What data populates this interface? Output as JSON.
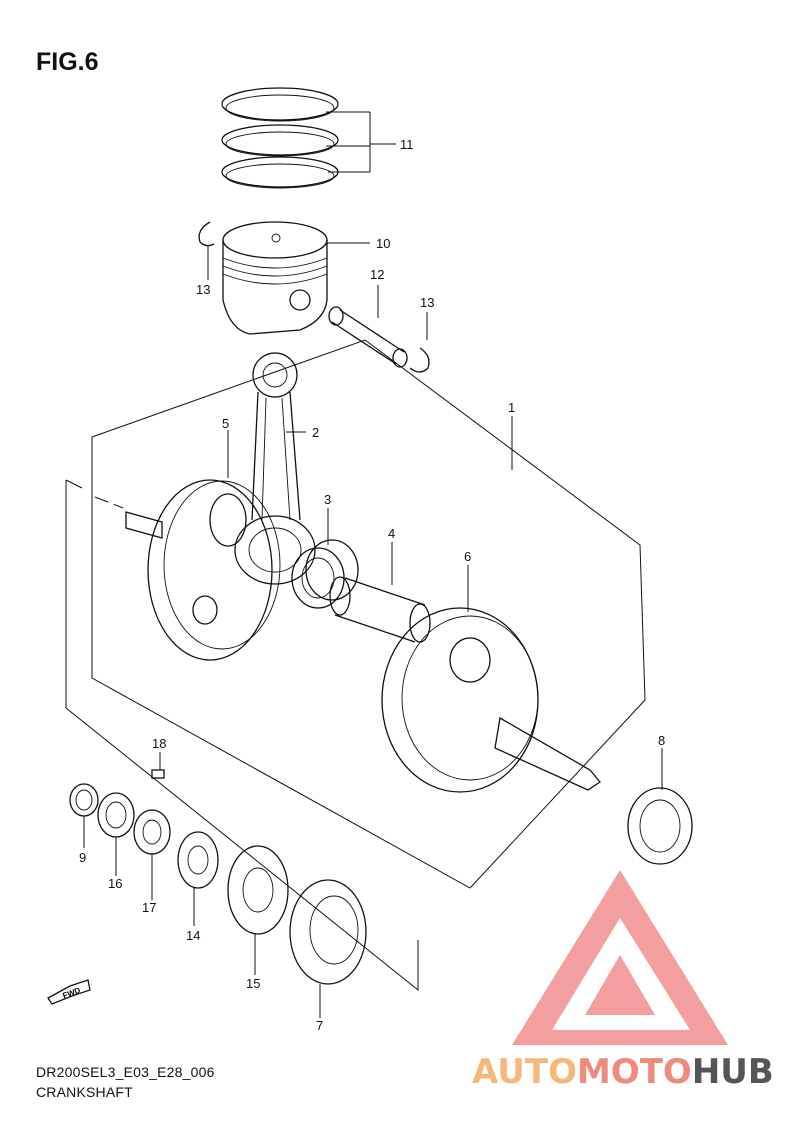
{
  "figure": {
    "title": "FIG.6"
  },
  "footer": {
    "code": "DR200SEL3_E03_E28_006",
    "name": "CRANKSHAFT"
  },
  "fwd_label": "FWD",
  "watermark": {
    "part1": "AUTO",
    "part2": "MOTO",
    "part3": "HUB",
    "color_light": "#f7b77a",
    "color_mid": "#ee8a7e",
    "color_dark": "#555555"
  },
  "callouts": {
    "c1": "1",
    "c2": "2",
    "c3": "3",
    "c4": "4",
    "c5": "5",
    "c6": "6",
    "c7": "7",
    "c8": "8",
    "c9": "9",
    "c10": "10",
    "c11": "11",
    "c12": "12",
    "c13a": "13",
    "c13b": "13",
    "c14": "14",
    "c15": "15",
    "c16": "16",
    "c17": "17",
    "c18": "18"
  }
}
